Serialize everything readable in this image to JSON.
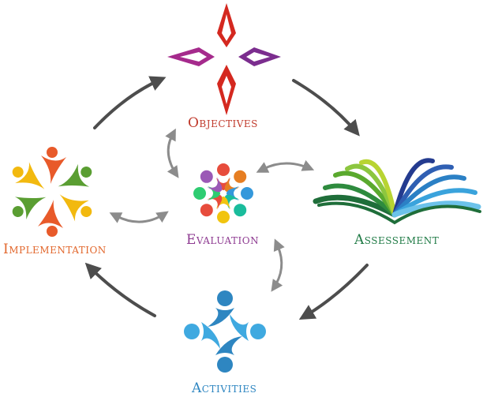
{
  "nodes": {
    "objectives": {
      "label": "Objectives",
      "color": "#c0392b",
      "icon": "compass-star-icon"
    },
    "assessement": {
      "label": "Assessement",
      "color": "#1f7a45",
      "icon": "open-book-icon"
    },
    "activities": {
      "label": "Activities",
      "color": "#2e86c1",
      "icon": "people-circle-icon"
    },
    "implementation": {
      "label": "Implementation",
      "color": "#e2672c",
      "icon": "dancing-people-icon"
    },
    "evaluation": {
      "label": "Evaluation",
      "color": "#8e3b91",
      "icon": "people-ring-icon"
    }
  },
  "arrow_colors": {
    "cycle": "#4d4d4d",
    "bidirectional": "#8c8c8c"
  }
}
